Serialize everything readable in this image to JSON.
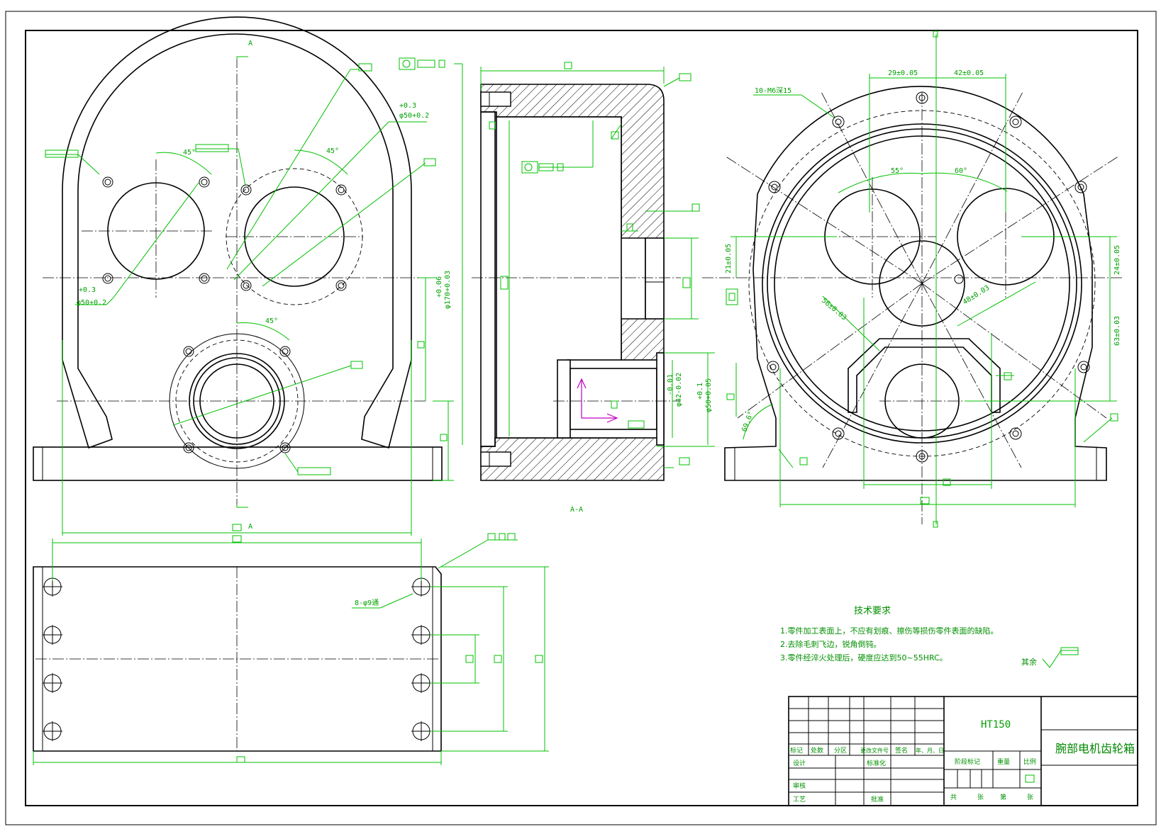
{
  "views": {
    "front": {
      "section_mark_top": "A",
      "section_mark_bottom": "A"
    },
    "section": {
      "label": "A-A"
    }
  },
  "dimensions": {
    "bore_top_left": "φ50",
    "bore_top_left_tol": "+0.3\n+0.2",
    "bore_top_mid": "φ50",
    "bore_top_mid_tol": "+0.3\n+0.2",
    "angle_45_a": "45°",
    "angle_45_b": "45°",
    "angle_45_c": "45°",
    "section_dia_170": "φ170",
    "section_dia_170_tol": "+0.06\n+0.03",
    "section_dia_42": "φ42",
    "section_dia_42_tol": "-0.01\n-0.02",
    "section_dia_50": "φ50",
    "section_dia_50_tol": "+0.1\n+0.05",
    "thread_note": "10-M6深15",
    "dim_29": "29±0.05",
    "dim_42": "42±0.05",
    "angle_55": "55°",
    "angle_60": "60°",
    "dim_21": "21±0.05",
    "dim_24": "24±0.05",
    "dim_56": "56±0.03",
    "dim_48": "48±0.03",
    "dim_63": "63±0.03",
    "angle_69": "69.6°",
    "holes_note": "8-φ9通"
  },
  "tech_requirements": {
    "title": "技术要求",
    "items": [
      "1.零件加工表面上，不应有划痕、擦伤等损伤零件表面的缺陷。",
      "2.去除毛刺飞边，锐角倒钝。",
      "3.零件经淬火处理后，硬度应达到50~55HRC。"
    ],
    "roughness_note": "其余"
  },
  "title_block": {
    "material": "HT150",
    "part_name": "腕部电机齿轮箱",
    "row_labels": [
      "标记",
      "处数",
      "分区",
      "更改文件号",
      "签名",
      "年、月、日"
    ],
    "design": "设计",
    "standardize": "标准化",
    "stage_mark": "阶段标记",
    "weight": "重量",
    "scale": "比例",
    "review": "审核",
    "process": "工艺",
    "approve": "批准",
    "total": "共",
    "sheet_unit_1": "张",
    "sheet_of": "第",
    "sheet_unit_2": "张"
  }
}
